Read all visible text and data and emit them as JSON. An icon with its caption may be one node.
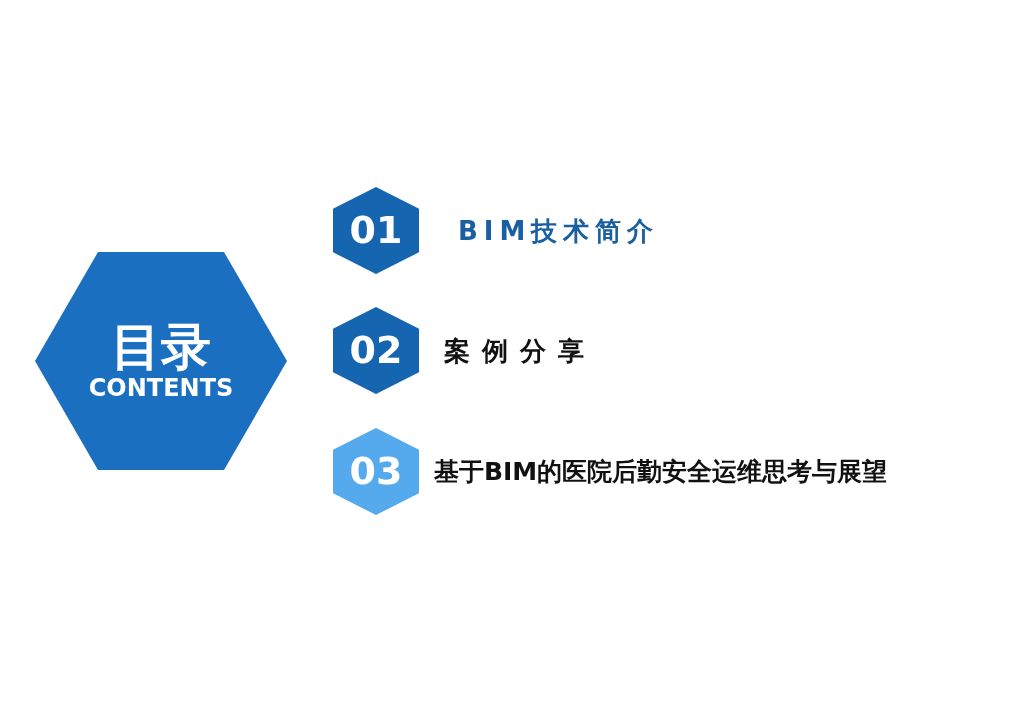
{
  "diagram": {
    "nodes": [
      {
        "text": [
          "目录",
          "CONTENTS"
        ]
      },
      {
        "text": [
          "01"
        ],
        "beside": [
          "BIM技术简介"
        ]
      },
      {
        "text": [
          "02"
        ],
        "beside": [
          "案例分享"
        ]
      },
      {
        "text": [
          "03"
        ],
        "beside": [
          "基于BIM的医院后勤安全运维思考与展望"
        ]
      }
    ]
  }
}
